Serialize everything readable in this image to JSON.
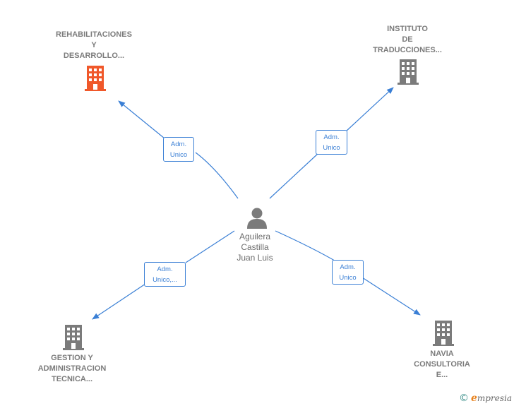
{
  "center_person": {
    "name_lines": [
      "Aguilera",
      "Castilla",
      "Juan Luis"
    ],
    "icon": "person-icon"
  },
  "companies": [
    {
      "id": "rehabilitaciones",
      "lines": [
        "REHABILITACIONES",
        "Y",
        "DESARROLLO..."
      ],
      "icon": "building-icon",
      "color": "#f0582a"
    },
    {
      "id": "instituto",
      "lines": [
        "INSTITUTO",
        "DE",
        "TRADUCCIONES..."
      ],
      "icon": "building-icon",
      "color": "#7b7b7b"
    },
    {
      "id": "gestion",
      "lines": [
        "GESTION Y",
        "ADMINISTRACION",
        "TECNICA..."
      ],
      "icon": "building-icon",
      "color": "#7b7b7b"
    },
    {
      "id": "navia",
      "lines": [
        "NAVIA",
        "CONSULTORIA",
        "E..."
      ],
      "icon": "building-icon",
      "color": "#7b7b7b"
    }
  ],
  "relations": [
    {
      "target": "rehabilitaciones",
      "lines": [
        "Adm.",
        "Unico"
      ]
    },
    {
      "target": "instituto",
      "lines": [
        "Adm.",
        "Unico"
      ]
    },
    {
      "target": "gestion",
      "lines": [
        "Adm.",
        "Unico,..."
      ]
    },
    {
      "target": "navia",
      "lines": [
        "Adm.",
        "Unico"
      ]
    }
  ],
  "colors": {
    "edge": "#3a7fd5",
    "highlight": "#f0582a",
    "node": "#7b7b7b"
  },
  "footer": {
    "copyright": "©",
    "brand_initial": "e",
    "brand_rest": "mpresia"
  }
}
